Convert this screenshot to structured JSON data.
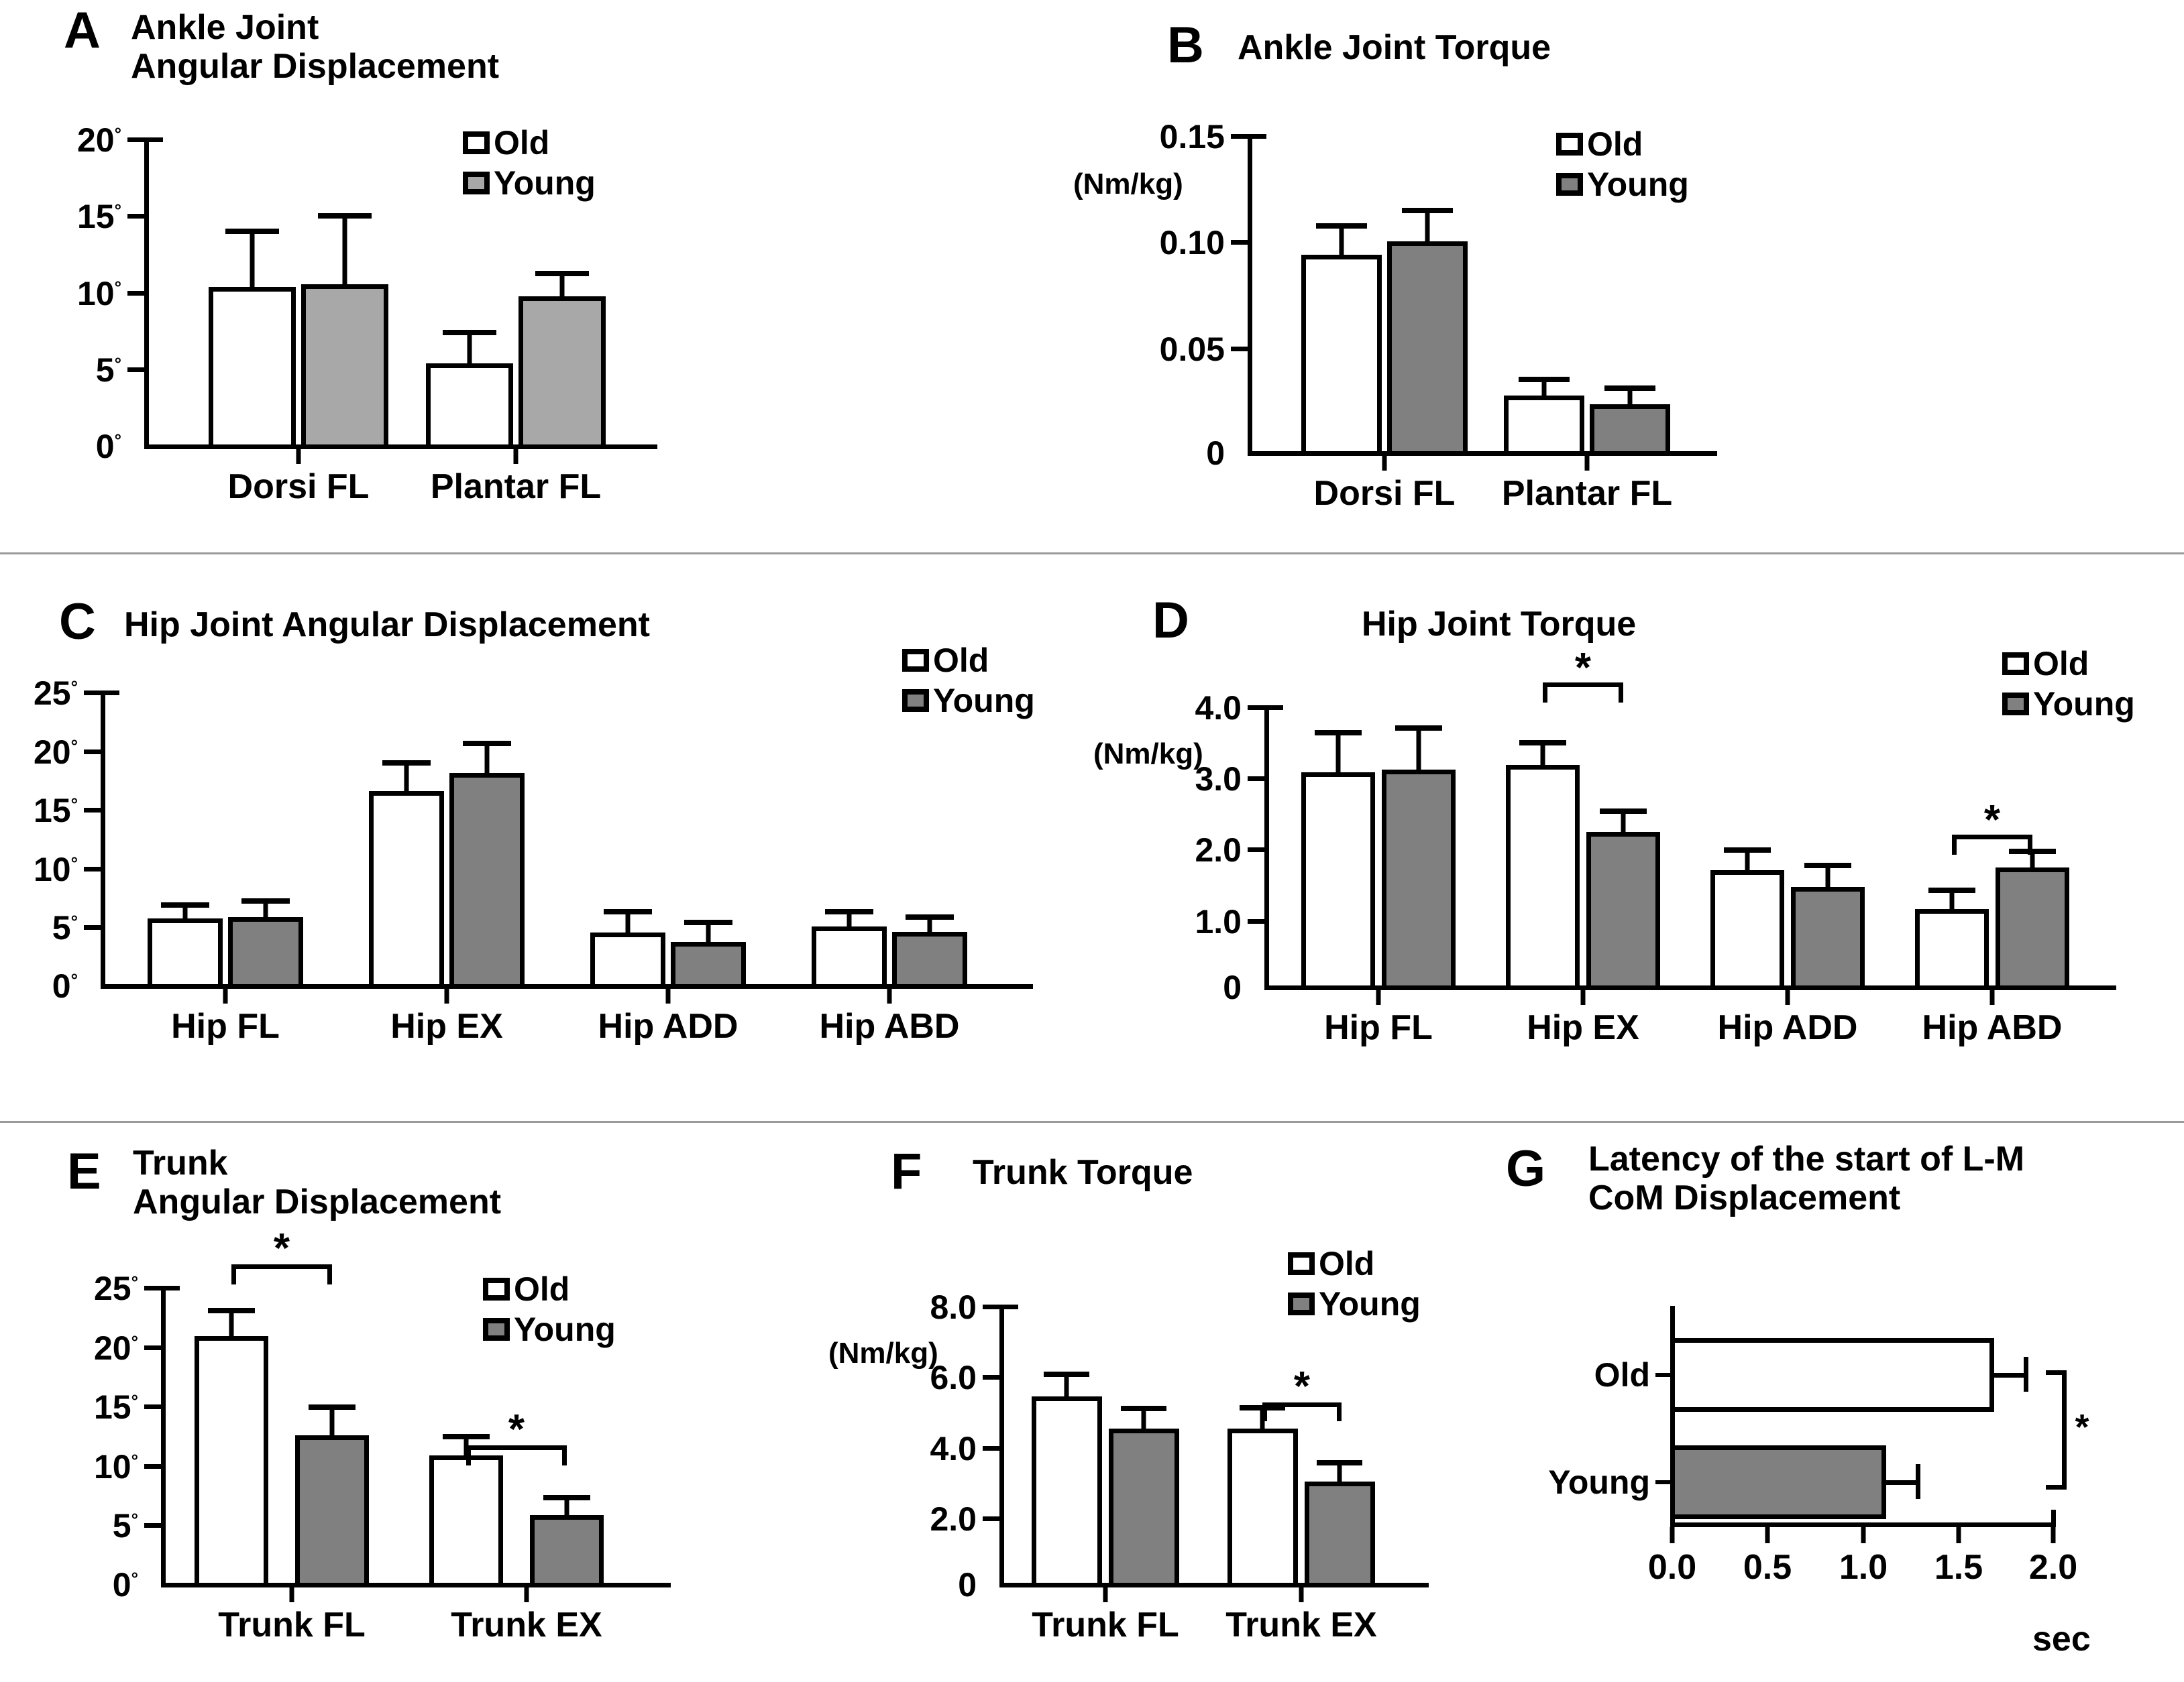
{
  "figure": {
    "series_names": [
      "Old",
      "Young"
    ],
    "colors": {
      "old": "#ffffff",
      "young_light": "#a8a8a8",
      "young_dark": "#808080",
      "outline": "#000000",
      "divider": "#9a9a9a"
    },
    "significance_symbol": "*"
  },
  "panels": {
    "A": {
      "letter": "A",
      "title": "Ankle Joint\nAngular Displacement"
    },
    "B": {
      "letter": "B",
      "title": "Ankle Joint Torque"
    },
    "C": {
      "letter": "C",
      "title": "Hip Joint Angular Displacement"
    },
    "D": {
      "letter": "D",
      "title": "Hip Joint Torque"
    },
    "E": {
      "letter": "E",
      "title": "Trunk\nAngular Displacement"
    },
    "F": {
      "letter": "F",
      "title": "Trunk Torque"
    },
    "G": {
      "letter": "G",
      "title": "Latency of the start of L-M\nCoM Displacement"
    }
  },
  "legend": {
    "old": "Old",
    "young": "Young"
  },
  "axis_labels": {
    "A": [
      "20",
      "15",
      "10",
      "5",
      "0"
    ],
    "B": [
      "0.15",
      "0.10",
      "0.05",
      "0"
    ],
    "B_unit": "(Nm/kg)",
    "C": [
      "25",
      "20",
      "15",
      "10",
      "5",
      "0"
    ],
    "D": [
      "4.0",
      "3.0",
      "2.0",
      "1.0",
      "0"
    ],
    "D_unit": "(Nm/kg)",
    "E": [
      "25",
      "20",
      "15",
      "10",
      "5",
      "0"
    ],
    "F": [
      "8.0",
      "6.0",
      "4.0",
      "2.0",
      "0"
    ],
    "F_unit": "(Nm/kg)",
    "G": [
      "0.0",
      "0.5",
      "1.0",
      "1.5",
      "2.0"
    ],
    "G_unit": "sec"
  },
  "categories": {
    "A": [
      "Dorsi FL",
      "Plantar FL"
    ],
    "B": [
      "Dorsi FL",
      "Plantar FL"
    ],
    "C": [
      "Hip FL",
      "Hip EX",
      "Hip ADD",
      "Hip ABD"
    ],
    "D": [
      "Hip FL",
      "Hip EX",
      "Hip ADD",
      "Hip ABD"
    ],
    "E": [
      "Trunk FL",
      "Trunk EX"
    ],
    "F": [
      "Trunk FL",
      "Trunk EX"
    ],
    "G": [
      "Old",
      "Young"
    ]
  },
  "chart_data": [
    {
      "panel": "A",
      "type": "bar",
      "title": "Ankle Joint Angular Displacement",
      "xlabel": "",
      "ylabel": "degrees",
      "ylim": [
        0,
        20
      ],
      "yticks": [
        0,
        5,
        10,
        15,
        20
      ],
      "ytick_labels": [
        "0°",
        "5°",
        "10°",
        "15°",
        "20°"
      ],
      "grid": false,
      "legend_position": "top-right",
      "categories": [
        "Dorsi FL",
        "Plantar FL"
      ],
      "series": [
        {
          "name": "Old",
          "values": [
            10.4,
            5.5
          ],
          "errors": [
            3.4,
            1.8
          ]
        },
        {
          "name": "Young",
          "values": [
            10.6,
            9.8
          ],
          "errors": [
            4.2,
            1.3
          ]
        }
      ],
      "significance": []
    },
    {
      "panel": "B",
      "type": "bar",
      "title": "Ankle Joint Torque",
      "xlabel": "",
      "ylabel": "(Nm/kg)",
      "ylim": [
        0,
        0.15
      ],
      "yticks": [
        0,
        0.05,
        0.1,
        0.15
      ],
      "ytick_labels": [
        "0",
        "0.05",
        "0.10",
        "0.15"
      ],
      "grid": false,
      "legend_position": "top-right",
      "categories": [
        "Dorsi FL",
        "Plantar FL"
      ],
      "series": [
        {
          "name": "Old",
          "values": [
            0.094,
            0.028
          ],
          "errors": [
            0.012,
            0.006
          ]
        },
        {
          "name": "Young",
          "values": [
            0.1,
            0.024
          ],
          "errors": [
            0.013,
            0.006
          ]
        }
      ],
      "significance": []
    },
    {
      "panel": "C",
      "type": "bar",
      "title": "Hip Joint Angular Displacement",
      "xlabel": "",
      "ylabel": "degrees",
      "ylim": [
        0,
        25
      ],
      "yticks": [
        0,
        5,
        10,
        15,
        20,
        25
      ],
      "ytick_labels": [
        "0°",
        "5°",
        "10°",
        "15°",
        "20°",
        "25°"
      ],
      "grid": false,
      "legend_position": "top-right",
      "categories": [
        "Hip FL",
        "Hip EX",
        "Hip ADD",
        "Hip ABD"
      ],
      "series": [
        {
          "name": "Old",
          "values": [
            5.9,
            16.6,
            4.7,
            5.2
          ],
          "errors": [
            0.9,
            2.1,
            1.5,
            1.0
          ]
        },
        {
          "name": "Young",
          "values": [
            6.0,
            18.1,
            3.9,
            4.8
          ],
          "errors": [
            1.1,
            2.2,
            1.4,
            1.0
          ]
        }
      ],
      "significance": []
    },
    {
      "panel": "D",
      "type": "bar",
      "title": "Hip Joint Torque",
      "xlabel": "",
      "ylabel": "(Nm/kg)",
      "ylim": [
        0,
        4.0
      ],
      "yticks": [
        0,
        1.0,
        2.0,
        3.0,
        4.0
      ],
      "ytick_labels": [
        "0",
        "1.0",
        "2.0",
        "3.0",
        "4.0"
      ],
      "grid": false,
      "legend_position": "top-right",
      "categories": [
        "Hip FL",
        "Hip EX",
        "Hip ADD",
        "Hip ABD"
      ],
      "series": [
        {
          "name": "Old",
          "values": [
            3.06,
            3.16,
            1.68,
            1.14
          ],
          "errors": [
            0.52,
            0.27,
            0.24,
            0.22
          ]
        },
        {
          "name": "Young",
          "values": [
            3.1,
            2.22,
            1.45,
            1.72
          ],
          "errors": [
            0.55,
            0.25,
            0.26,
            0.18
          ]
        }
      ],
      "significance": [
        {
          "category": "Hip EX",
          "label": "*"
        },
        {
          "category": "Hip ABD",
          "label": "*"
        }
      ]
    },
    {
      "panel": "E",
      "type": "bar",
      "title": "Trunk Angular Displacement",
      "xlabel": "",
      "ylabel": "degrees",
      "ylim": [
        0,
        25
      ],
      "yticks": [
        0,
        5,
        10,
        15,
        20,
        25
      ],
      "ytick_labels": [
        "0°",
        "5°",
        "10°",
        "15°",
        "20°",
        "25°"
      ],
      "grid": false,
      "legend_position": "top-right",
      "categories": [
        "Trunk FL",
        "Trunk EX"
      ],
      "series": [
        {
          "name": "Old",
          "values": [
            21.2,
            11.1
          ],
          "errors": [
            1.9,
            1.3
          ]
        },
        {
          "name": "Young",
          "values": [
            12.8,
            6.1
          ],
          "errors": [
            2.1,
            1.2
          ]
        }
      ],
      "significance": [
        {
          "category": "Trunk FL",
          "label": "*"
        },
        {
          "category": "Trunk EX",
          "label": "*"
        }
      ]
    },
    {
      "panel": "F",
      "type": "bar",
      "title": "Trunk Torque",
      "xlabel": "",
      "ylabel": "(Nm/kg)",
      "ylim": [
        0,
        8.0
      ],
      "yticks": [
        0,
        2.0,
        4.0,
        6.0,
        8.0
      ],
      "ytick_labels": [
        "0",
        "2.0",
        "4.0",
        "6.0",
        "8.0"
      ],
      "grid": false,
      "legend_position": "top-right",
      "categories": [
        "Trunk FL",
        "Trunk EX"
      ],
      "series": [
        {
          "name": "Old",
          "values": [
            5.4,
            4.5
          ],
          "errors": [
            0.55,
            0.5
          ]
        },
        {
          "name": "Young",
          "values": [
            4.5,
            3.0
          ],
          "errors": [
            0.5,
            0.45
          ]
        }
      ],
      "significance": [
        {
          "category": "Trunk EX",
          "label": "*"
        }
      ]
    },
    {
      "panel": "G",
      "type": "bar",
      "orientation": "horizontal",
      "title": "Latency of the start of L-M CoM Displacement",
      "xlabel": "sec",
      "ylabel": "",
      "xlim": [
        0.0,
        2.0
      ],
      "xticks": [
        0.0,
        0.5,
        1.0,
        1.5,
        2.0
      ],
      "xtick_labels": [
        "0.0",
        "0.5",
        "1.0",
        "1.5",
        "2.0"
      ],
      "grid": false,
      "categories": [
        "Old",
        "Young"
      ],
      "values": [
        1.68,
        1.12
      ],
      "errors": [
        0.17,
        0.17
      ],
      "significance": [
        {
          "between": [
            "Old",
            "Young"
          ],
          "label": "*"
        }
      ]
    }
  ]
}
